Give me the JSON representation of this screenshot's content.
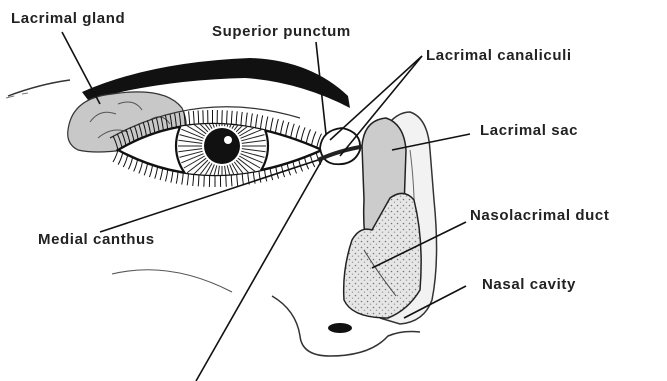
{
  "diagram": {
    "labels": {
      "lacrimal_gland": "Lacrimal gland",
      "superior_punctum": "Superior punctum",
      "lacrimal_canaliculi": "Lacrimal canaliculi",
      "lacrimal_sac": "Lacrimal sac",
      "nasolacrimal_duct": "Nasolacrimal duct",
      "nasal_cavity": "Nasal cavity",
      "medial_canthus": "Medial canthus"
    },
    "colors": {
      "ink": "#1a1a1a",
      "tissue_fill": "#c8c8c8",
      "background": "#ffffff"
    }
  }
}
